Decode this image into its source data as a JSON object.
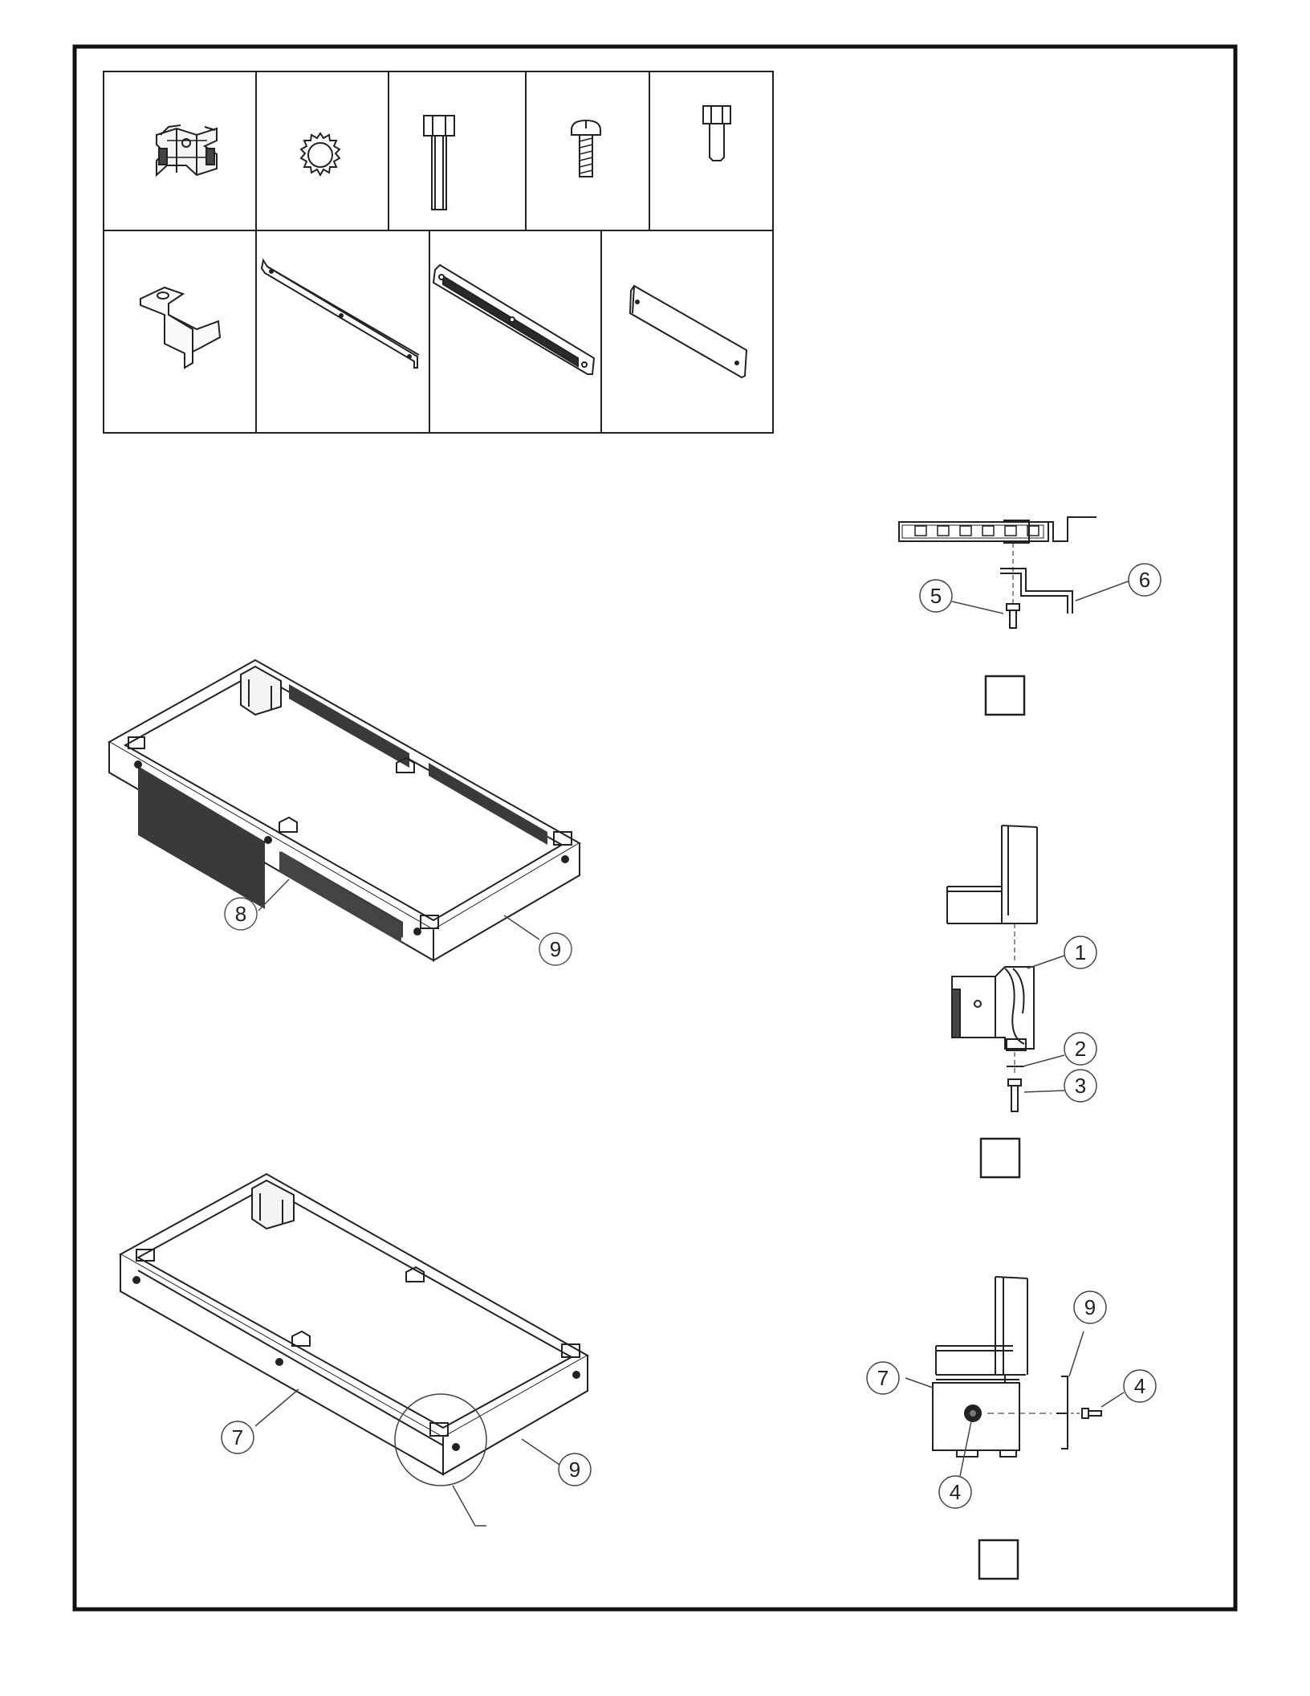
{
  "sheet": {
    "ink_color": "#111111",
    "line_color": "#222222",
    "mesh_color": "#333333",
    "background": "#ffffff"
  },
  "parts_table": {
    "row1": [
      {
        "id": "cell-1",
        "icon": "corner-bracket-icon"
      },
      {
        "id": "cell-2",
        "icon": "lock-washer-icon"
      },
      {
        "id": "cell-3",
        "icon": "long-hex-bolt-icon"
      },
      {
        "id": "cell-4",
        "icon": "pan-head-screw-icon"
      },
      {
        "id": "cell-5",
        "icon": "short-hex-bolt-icon"
      }
    ],
    "row2": [
      {
        "id": "cell-6",
        "icon": "z-bracket-icon"
      },
      {
        "id": "cell-7",
        "icon": "side-rail-icon"
      },
      {
        "id": "cell-8",
        "icon": "vented-panel-icon"
      },
      {
        "id": "cell-9",
        "icon": "cover-plate-icon"
      }
    ]
  },
  "callouts": {
    "c1": "1",
    "c2": "2",
    "c3": "3",
    "c4a": "4",
    "c4b": "4",
    "c5": "5",
    "c6": "6",
    "c7a": "7",
    "c7b": "7",
    "c8": "8",
    "c9a": "9",
    "c9b": "9",
    "c9c": "9"
  },
  "step_boxes": {
    "box_top": "",
    "box_middle": "",
    "box_bottom": ""
  }
}
